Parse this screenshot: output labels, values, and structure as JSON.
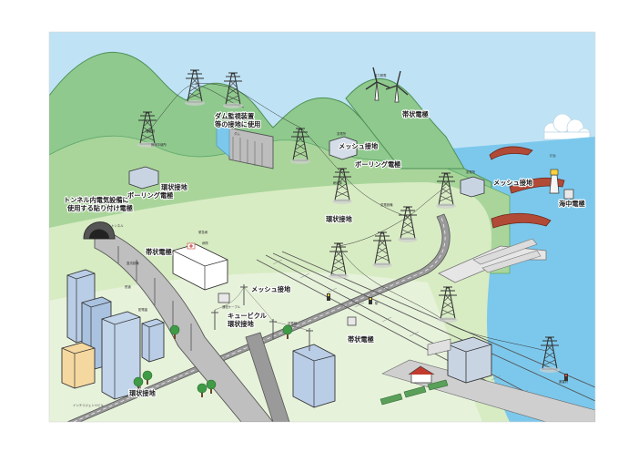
{
  "labels": {
    "dam": "ダム監視装置",
    "dam2": "等の接地に使用",
    "tunnel1": "トンネル内電気設備に",
    "tunnel2": "使用する貼り付け電極",
    "ring_top": "環状接地",
    "boring_left": "ボーリング電極",
    "mesh_top": "メッシュ接地",
    "boring_mid": "ボーリング電極",
    "ring_mid": "環状接地",
    "band_wind": "帯状電極",
    "mesh_right": "メッシュ接地",
    "sea_electrode": "海中電極",
    "band_left": "帯状電極",
    "mesh_center": "メッシュ接地",
    "cubicle1": "キュービクル",
    "cubicle2": "環状接地",
    "band_lower": "帯状電極",
    "ring_bottom": "環状接地",
    "intelligent_building": "インテリジェントビル"
  },
  "small_labels": {
    "tunnel": "トンネル",
    "wind": "風力発電",
    "relay_top": "通信設",
    "relay_top2": "無線中継所",
    "dam_small": "ダム",
    "substation": "変電所",
    "substation2": "変電所",
    "hospital_sign": "緊急病",
    "hospital": "病院",
    "lighthouse": "灯台",
    "insulator": "絶縁体",
    "transformer": "変電設備",
    "station": "駅",
    "railway": "鉄道",
    "cubicle_small": "配電盤",
    "power_lines": "送電線",
    "dc": "直流設備",
    "branch": "通信ケーブル",
    "pole": "避雷針"
  },
  "colors": {
    "sky": "#bfe3f5",
    "mountain": "#8fc98e",
    "mountain_dark": "#5fa86a",
    "plain": "#d8ecc4",
    "sea": "#7cc8ec",
    "road": "#9a9a9a"
  }
}
